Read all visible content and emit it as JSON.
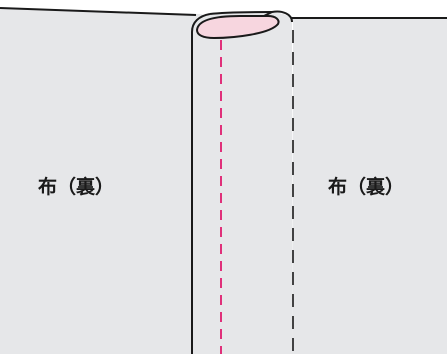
{
  "diagram": {
    "left_panel": {
      "label": "布（裏）"
    },
    "right_panel": {
      "label": "布（裏）"
    },
    "colors": {
      "fabric": "#e6e7e9",
      "outline": "#1a1a1a",
      "fold_pink": "#f7d6df",
      "stitch_pink": "#e0307a",
      "guide_dash": "#1a1a1a",
      "background": "#ffffff"
    },
    "elements": {
      "seam_allowance": "folded-seam-allowance",
      "stitch_line": "pink-dashed-stitch",
      "fold_guide": "black-dashed-fold-guide"
    }
  }
}
